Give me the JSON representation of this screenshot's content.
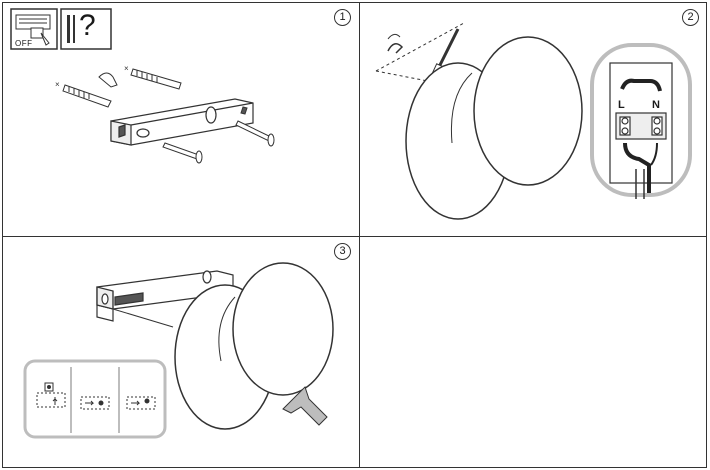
{
  "steps": [
    {
      "number": "1"
    },
    {
      "number": "2"
    },
    {
      "number": "3"
    }
  ],
  "icons": {
    "breaker": "breaker-switch-icon",
    "tools_question": "tools-question-icon",
    "arrow": "insert-arrow-icon"
  },
  "labels": {
    "off": "OFF",
    "question": "?",
    "live": "L",
    "neutral": "N"
  },
  "colors": {
    "line": "#333333",
    "inset_border": "#bdbdbd",
    "arrow_fill": "#bdbdbd"
  }
}
